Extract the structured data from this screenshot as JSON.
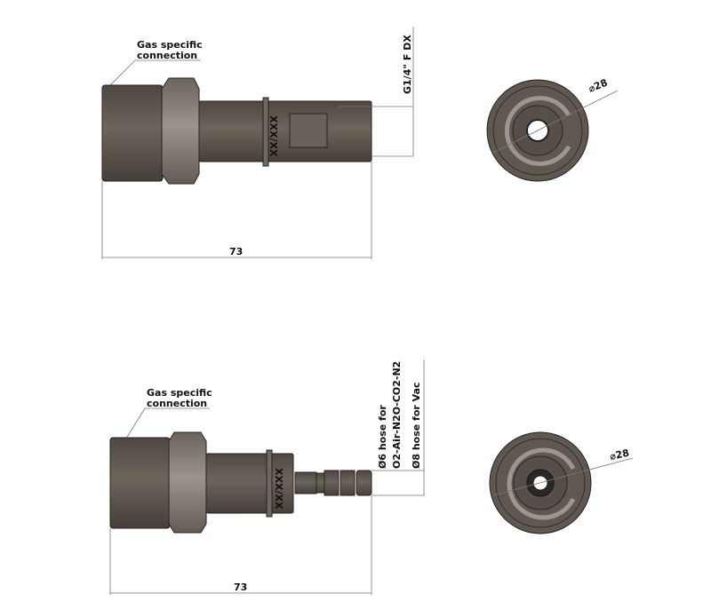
{
  "top_view": {
    "label_line1": "Gas specific",
    "label_line2": "connection",
    "thread_label": "G1/4\" F DX",
    "length_dim": "73",
    "marking": "XXX/XX",
    "diameter_label": "⌀28"
  },
  "bottom_view": {
    "label_line1": "Gas specific",
    "label_line2": "connection",
    "hose_label_1": "Ø6 hose for",
    "hose_label_2": "O2-Air-N2O-CO2-N2",
    "hose_label_3": "Ø8 hose for Vac",
    "length_dim": "73",
    "marking": "XXX/XX",
    "diameter_label": "⌀28"
  },
  "colors": {
    "body": "#5f5850",
    "collar": "#8a847c",
    "ring": "#9a9690"
  }
}
